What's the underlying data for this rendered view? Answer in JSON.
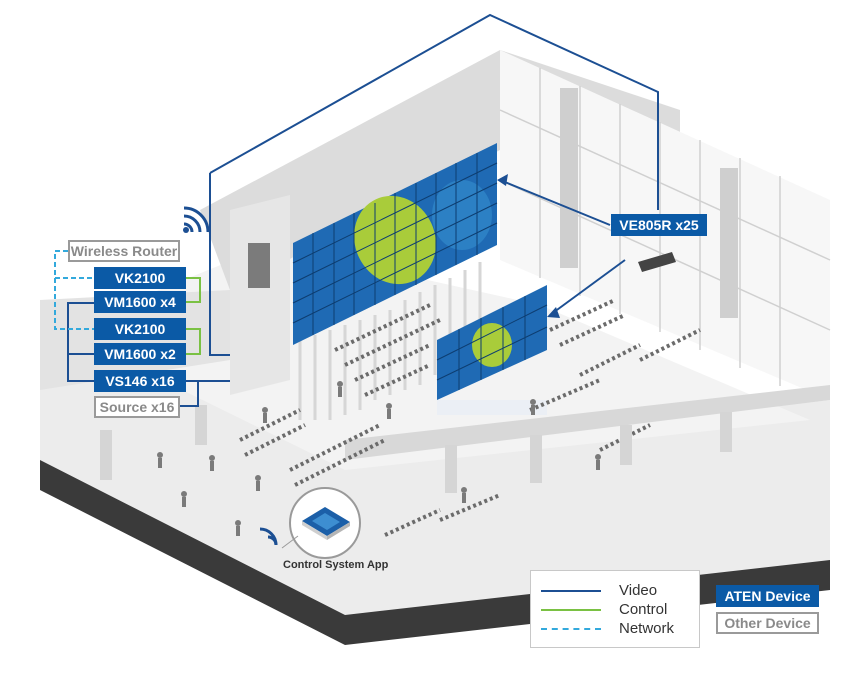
{
  "devices": {
    "wireless_router": "Wireless Router",
    "vk2100_top": "VK2100",
    "vm1600_x4": "VM1600 x4",
    "vk2100_bottom": "VK2100",
    "vm1600_x2": "VM1600 x2",
    "vs146_x16": "VS146 x16",
    "source_x16": "Source x16",
    "ve805r_x25": "VE805R x25"
  },
  "app": {
    "label": "Control System App"
  },
  "legend": {
    "video": "Video",
    "control": "Control",
    "network": "Network",
    "aten_device": "ATEN Device",
    "other_device": "Other Device"
  },
  "colors": {
    "video": "#1c4f93",
    "control": "#7ac143",
    "network": "#33a9dc",
    "aten": "#0b5aa6",
    "other": "#9a9a9a"
  }
}
